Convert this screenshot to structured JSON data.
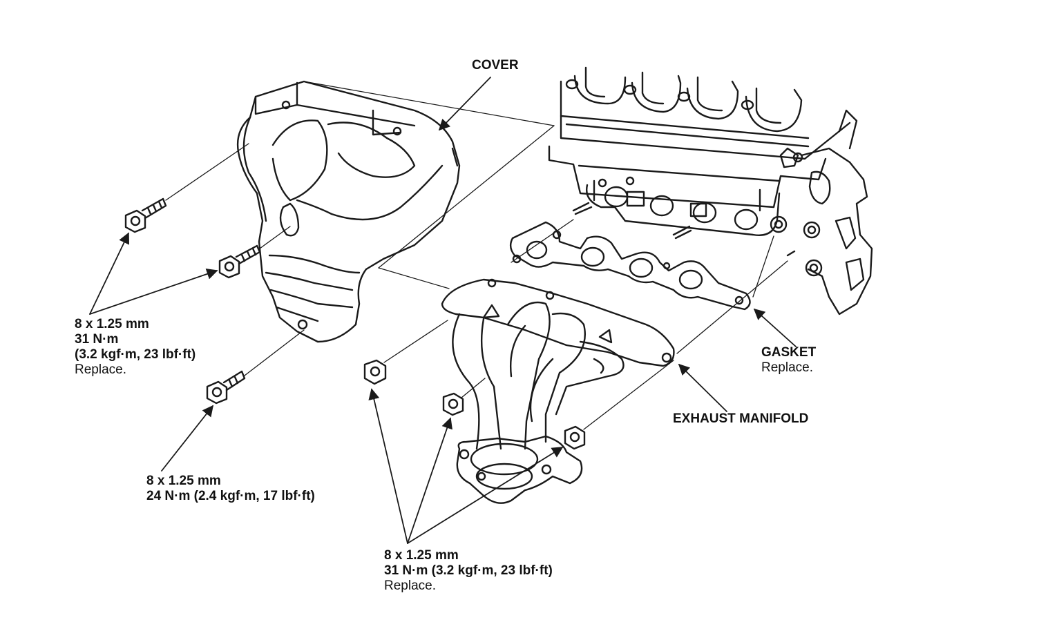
{
  "labels": {
    "cover": "COVER",
    "gasket": {
      "title": "GASKET",
      "note": "Replace."
    },
    "exhaust_manifold": "EXHAUST MANIFOLD",
    "cover_bolts": {
      "size": "8 x 1.25 mm",
      "torque": "31 N·m",
      "torque_alt": "(3.2 kgf·m, 23 lbf·ft)",
      "note": "Replace."
    },
    "lower_bolt": {
      "size": "8 x 1.25 mm",
      "torque": "24 N·m (2.4 kgf·m, 17 lbf·ft)"
    },
    "manifold_nuts": {
      "size": "8 x 1.25 mm",
      "torque": "31 N·m (3.2 kgf·m, 23 lbf·ft)",
      "note": "Replace."
    }
  },
  "colors": {
    "line": "#1a1a1a",
    "background": "#ffffff"
  }
}
